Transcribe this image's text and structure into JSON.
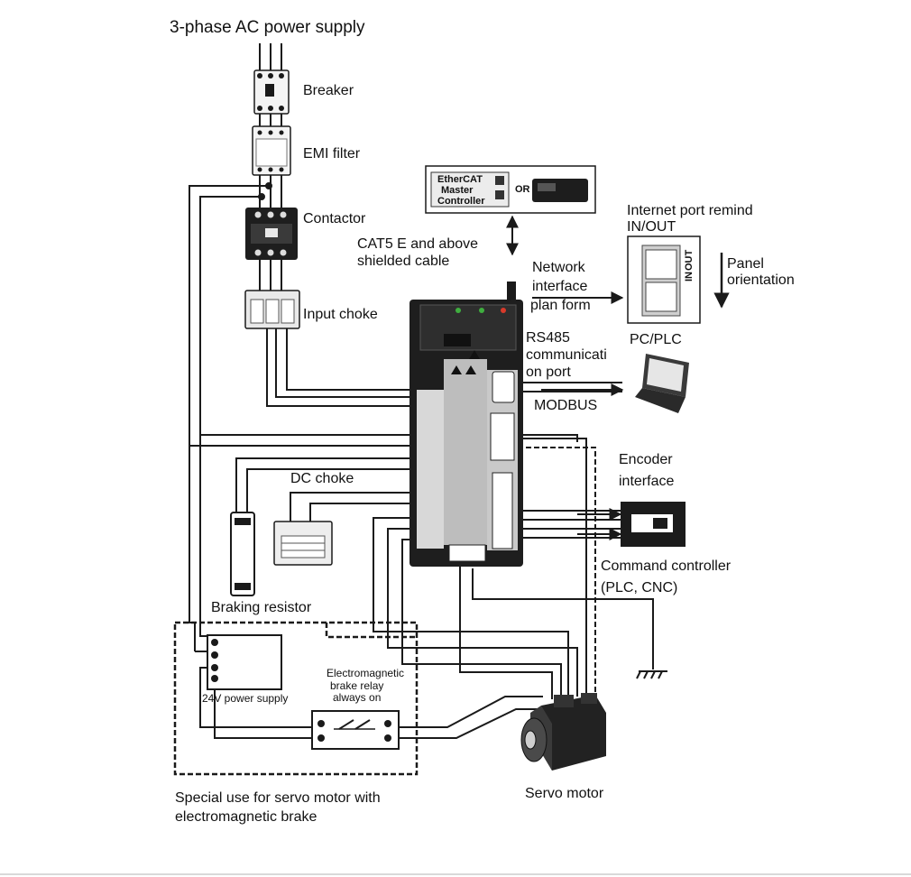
{
  "labels": {
    "title": "3-phase AC power supply",
    "breaker": "Breaker",
    "emi_filter": "EMI filter",
    "contactor": "Contactor",
    "input_choke": "Input choke",
    "cable_line1": "CAT5 E and above",
    "cable_line2": "shielded cable",
    "network_line1": "Network",
    "network_line2": "interface",
    "network_line3": "plan form",
    "internet_line1": "Internet port remind",
    "internet_line2": "IN/OUT",
    "panel_line1": "Panel",
    "panel_line2": "orientation",
    "pc_plc": "PC/PLC",
    "rs485_line1": "RS485",
    "rs485_line2": "communicati",
    "rs485_line3": "on port",
    "modbus": "MODBUS",
    "encoder_line1": "Encoder",
    "encoder_line2": "interface",
    "dc_choke": "DC choke",
    "command_line1": "Command controller",
    "command_line2": "(PLC, CNC)",
    "braking_resistor": "Braking resistor",
    "power_supply_24v": "24V power supply",
    "relay_line1": "Electromagnetic",
    "relay_line2": "brake relay",
    "relay_line3": "always on",
    "servo_motor": "Servo motor",
    "special_line1": "Special use for servo motor with",
    "special_line2": "electromagnetic brake",
    "ethercat_line1": "EtherCAT",
    "ethercat_line2": "Master",
    "ethercat_line3": "Controller",
    "or_label": "OR",
    "port_in": "IN",
    "port_out": "OUT"
  },
  "colors": {
    "line": "#1a1a1a",
    "drive_body": "#2a2a2a",
    "led_green": "#3fae3f",
    "led_red": "#d83a2a"
  }
}
